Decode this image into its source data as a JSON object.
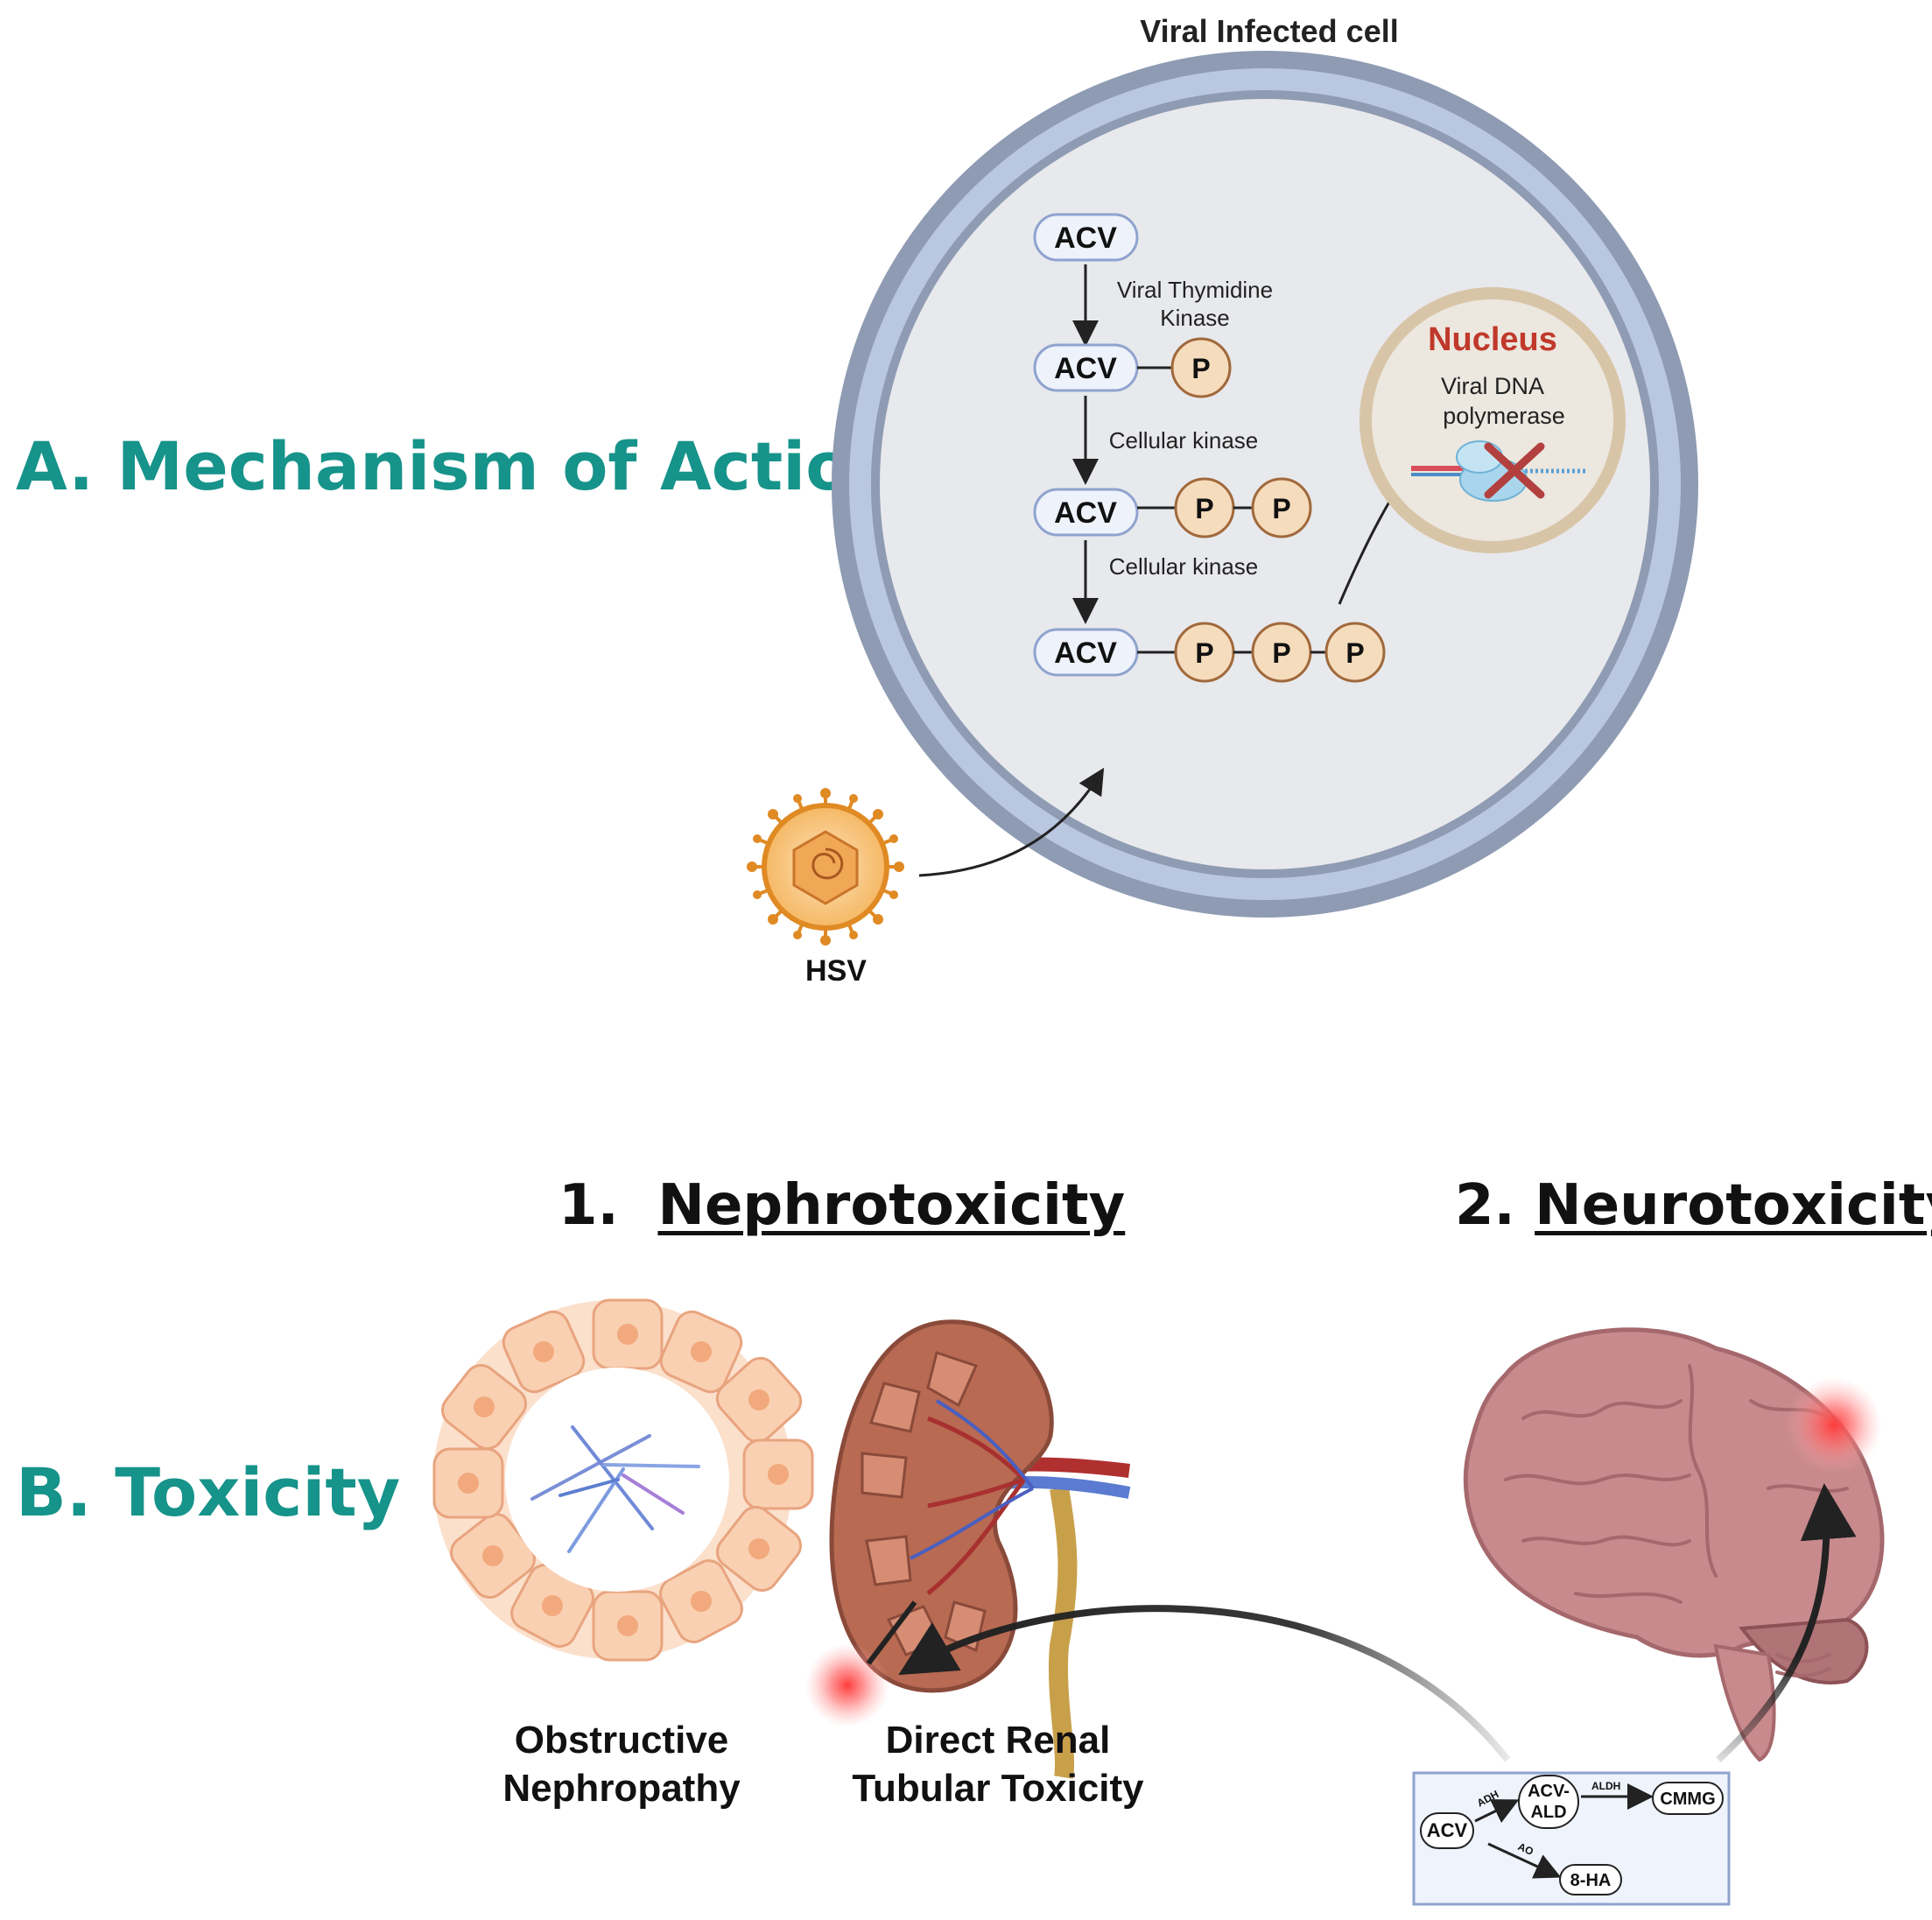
{
  "section_a": {
    "title": "A. Mechanism of Action",
    "cell_label": "Viral Infected cell",
    "virus_label": "HSV",
    "pathway": {
      "acv": "ACV",
      "p": "P",
      "enzyme_1_line1": "Viral Thymidine",
      "enzyme_1_line2": "Kinase",
      "enzyme_2": "Cellular kinase",
      "enzyme_3": "Cellular kinase"
    },
    "nucleus": {
      "title": "Nucleus",
      "line1": "Viral DNA",
      "line2": "polymerase"
    }
  },
  "section_b": {
    "title": "B. Toxicity",
    "nephro_number": "1.",
    "nephro_heading": "Nephrotoxicity",
    "neuro_number": "2.",
    "neuro_heading": "Neurotoxicity",
    "obstructive_line1": "Obstructive",
    "obstructive_line2": "Nephropathy",
    "direct_line1": "Direct Renal",
    "direct_line2": "Tubular Toxicity",
    "metabolism": {
      "acv": "ACV",
      "acv_ald_line1": "ACV-",
      "acv_ald_line2": "ALD",
      "cmmg": "CMMG",
      "ha": "8-HA",
      "adh": "ADH",
      "aldh": "ALDH",
      "ao": "AO"
    }
  },
  "colors": {
    "teal": "#16938a",
    "cell_membrane": "#8e9bb3",
    "cell_inner_ring": "#b9c7e0",
    "cytoplasm": "#e8e9ec",
    "phosphate_fill": "#f5dcbc",
    "phosphate_stroke": "#a0693c",
    "acv_fill": "#eef2fb",
    "acv_stroke": "#8fa3cf",
    "nucleus_title": "#c0392b",
    "virus": "#e08a24",
    "brain": "#c98a8d",
    "kidney": "#b86a52",
    "tubule": "#f7c9a8"
  },
  "icons": [
    "hsv-virus-icon",
    "dna-polymerase-icon",
    "tubule-icon",
    "kidney-icon",
    "brain-icon",
    "x-mark-icon"
  ]
}
